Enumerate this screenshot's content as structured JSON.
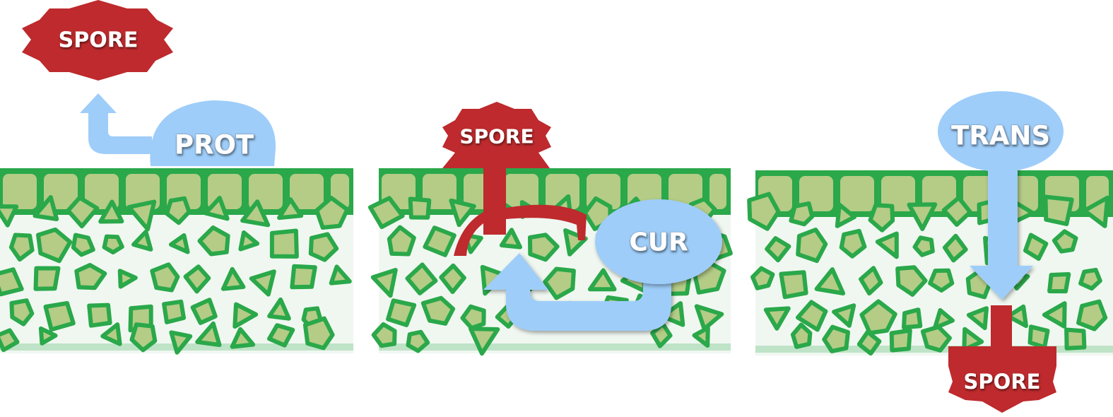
{
  "panels": [
    {
      "id": "protective",
      "blue_label": "PROT",
      "spore_label": "SPORE"
    },
    {
      "id": "curative",
      "blue_label": "CUR",
      "spore_label": "SPORE"
    },
    {
      "id": "translaminar",
      "blue_label": "TRANS",
      "spore_label": "SPORE"
    }
  ],
  "colors": {
    "leaf_outer": "#2aa84a",
    "cell_fill": "#b4cc86",
    "leaf_inner_bg": "#f0f7f1",
    "fungicide": "#9ecdf9",
    "spore": "#be2a2d"
  },
  "icons": [
    "spore-burst-icon",
    "fungicide-blob-icon",
    "arrow-icon",
    "hypha-icon"
  ]
}
